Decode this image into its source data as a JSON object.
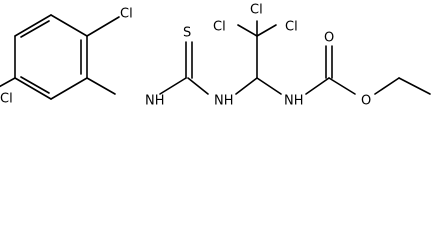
{
  "molecule": {
    "labels": {
      "cl_ring_top": "Cl",
      "cl_ring_bottom": "Cl",
      "s": "S",
      "nh_left": "NH",
      "nh_middle": "NH",
      "cl_1": "Cl",
      "cl_2": "Cl",
      "cl_3": "Cl",
      "nh_right": "NH",
      "o_top": "O",
      "o_ester": "O"
    }
  }
}
